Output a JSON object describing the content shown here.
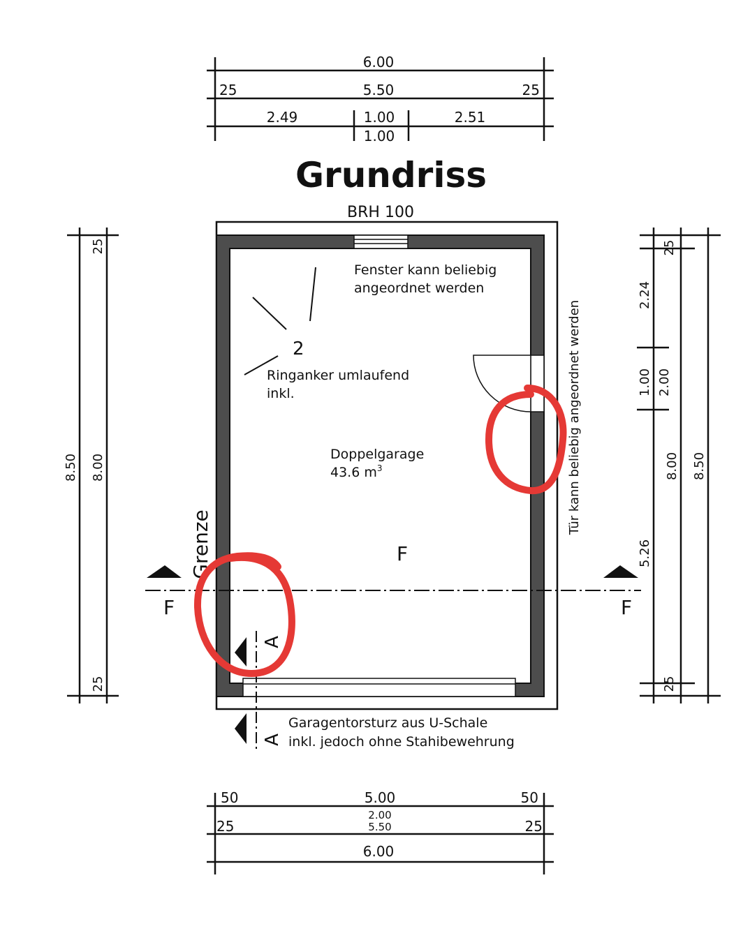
{
  "title": "Grundriss",
  "top_dims": {
    "row1_total": "6.00",
    "row2_left": "25",
    "row2_mid": "5.50",
    "row2_right": "25",
    "row3_left": "2.49",
    "row3_mid": "1.00",
    "row3_right": "2.51",
    "row3_sub": "1.00"
  },
  "bottom_dims": {
    "row1_left": "50",
    "row1_mid": "5.00",
    "row1_right": "50",
    "row2_mid_top": "2.00",
    "row2_left": "25",
    "row2_mid_bottom": "5.50",
    "row2_right": "25",
    "row3_total": "6.00"
  },
  "left_dims": {
    "outer": "8.50",
    "inner": "8.00",
    "top": "25",
    "bottom": "25"
  },
  "right_dims": {
    "top": "25",
    "upper": "2.24",
    "door_a": "1.00",
    "door_b": "2.00",
    "lower": "5.26",
    "inner": "8.00",
    "outer": "8.50",
    "bottom": "25"
  },
  "labels": {
    "brh": "BRH 100",
    "window_note_1": "Fenster kann beliebig",
    "window_note_2": "angeordnet werden",
    "ringanker_num": "2",
    "ringanker_1": "Ringanker umlaufend",
    "ringanker_2": "inkl.",
    "room_name": "Doppelgarage",
    "room_volume": "43.6 m",
    "room_volume_sup": "3",
    "door_note": "Tür kann beliebig angeordnet werden",
    "grenze": "Grenze",
    "section_f_left": "F",
    "section_f_center": "F",
    "section_f_right": "F",
    "section_a_top": "A",
    "section_a_bottom": "A",
    "sturz_1": "Garagentorsturz aus U-Schale",
    "sturz_2": "inkl. jedoch ohne Stahibewehrung"
  },
  "colors": {
    "wall": "#4d4d4d",
    "line": "#111111",
    "marker": "#e53935"
  }
}
